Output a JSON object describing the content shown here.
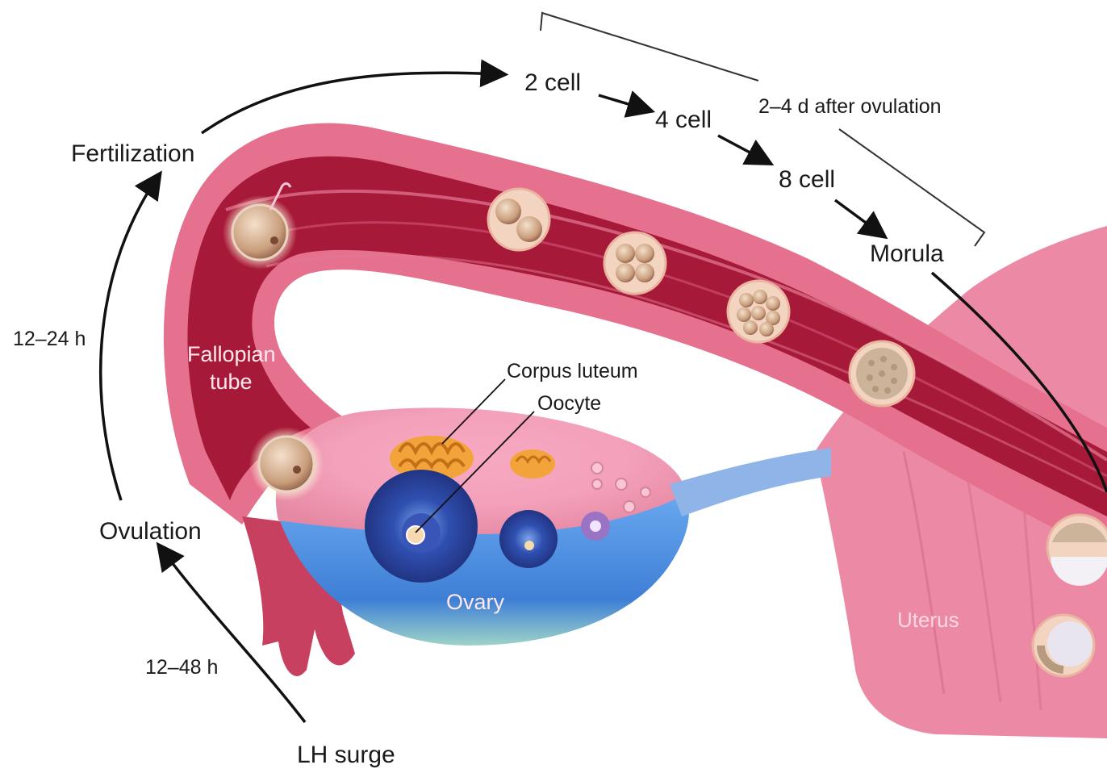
{
  "labels": {
    "fertilization": "Fertilization",
    "two_cell": "2 cell",
    "four_cell": "4 cell",
    "eight_cell": "8 cell",
    "morula": "Morula",
    "days_after_ovulation": "2–4 d after ovulation",
    "fallopian_tube_line1": "Fallopian",
    "fallopian_tube_line2": "tube",
    "corpus_luteum": "Corpus luteum",
    "oocyte": "Oocyte",
    "ovary": "Ovary",
    "uterus": "Uterus",
    "ovulation": "Ovulation",
    "lh_surge": "LH surge",
    "interval_12_24": "12–24 h",
    "interval_12_48": "12–48 h"
  },
  "colors": {
    "tube_outer": "#e5718e",
    "tube_lumen": "#a71939",
    "tissue_pink": "#ef8aa4",
    "ovary_blue": "#4f8fe0",
    "follicle_blue": "#2a3f9c",
    "corpus_luteum_orange": "#f2a43a",
    "embryo_tan": "#d9b898",
    "arrow": "#111111"
  }
}
